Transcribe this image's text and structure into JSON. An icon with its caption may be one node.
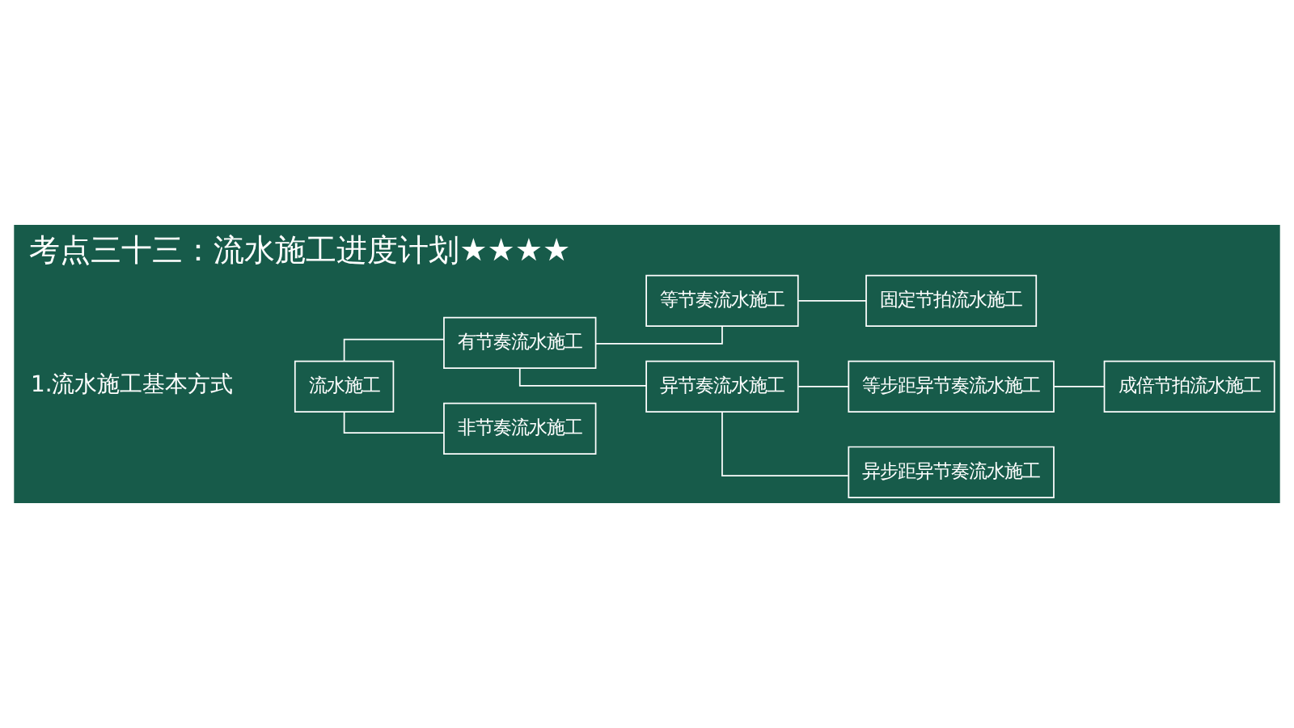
{
  "diagram": {
    "title": "考点三十三：流水施工进度计划★★★★",
    "nodes": [
      {
        "text": [
          "流水施工"
        ]
      },
      {
        "text": [
          "有节奏流水施工"
        ]
      },
      {
        "text": [
          "非节奏流水施工"
        ]
      },
      {
        "text": [
          "等节奏流水施工"
        ]
      },
      {
        "text": [
          "异节奏流水施工"
        ]
      },
      {
        "text": [
          "固定节拍流水施工"
        ]
      },
      {
        "text": [
          "等步距异节奏流水施工"
        ]
      },
      {
        "text": [
          "成倍节拍流水施工"
        ]
      },
      {
        "text": [
          "异步距异节奏流水施工"
        ]
      }
    ],
    "edges": [
      {
        "from": 0,
        "to": 1,
        "arrow": "none"
      },
      {
        "from": 0,
        "to": 2,
        "arrow": "none"
      },
      {
        "from": 1,
        "to": 3,
        "arrow": "none"
      },
      {
        "from": 1,
        "to": 4,
        "arrow": "none"
      },
      {
        "from": 3,
        "to": 5,
        "arrow": "none"
      },
      {
        "from": 4,
        "to": 6,
        "arrow": "none"
      },
      {
        "from": 4,
        "to": 8,
        "arrow": "none"
      },
      {
        "from": 6,
        "to": 7,
        "arrow": "none"
      }
    ],
    "labels": [
      "1.流水施工基本方式"
    ]
  }
}
